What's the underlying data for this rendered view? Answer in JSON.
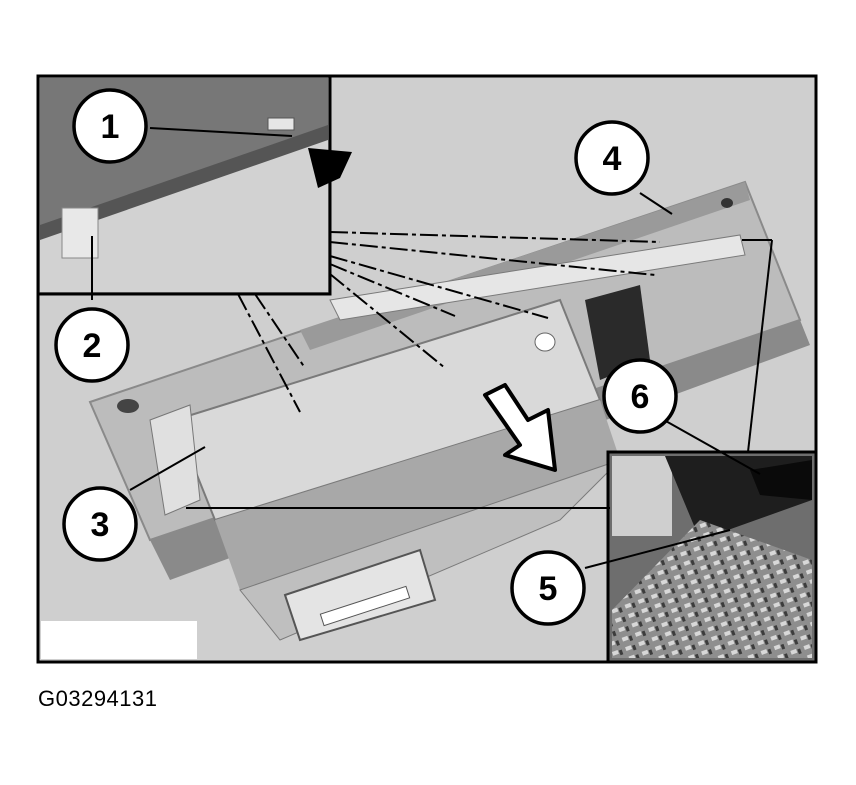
{
  "figure": {
    "caption": "G03294131",
    "callouts": [
      {
        "id": "1",
        "label": "1"
      },
      {
        "id": "2",
        "label": "2"
      },
      {
        "id": "3",
        "label": "3"
      },
      {
        "id": "4",
        "label": "4"
      },
      {
        "id": "5",
        "label": "5"
      },
      {
        "id": "6",
        "label": "6"
      }
    ]
  }
}
